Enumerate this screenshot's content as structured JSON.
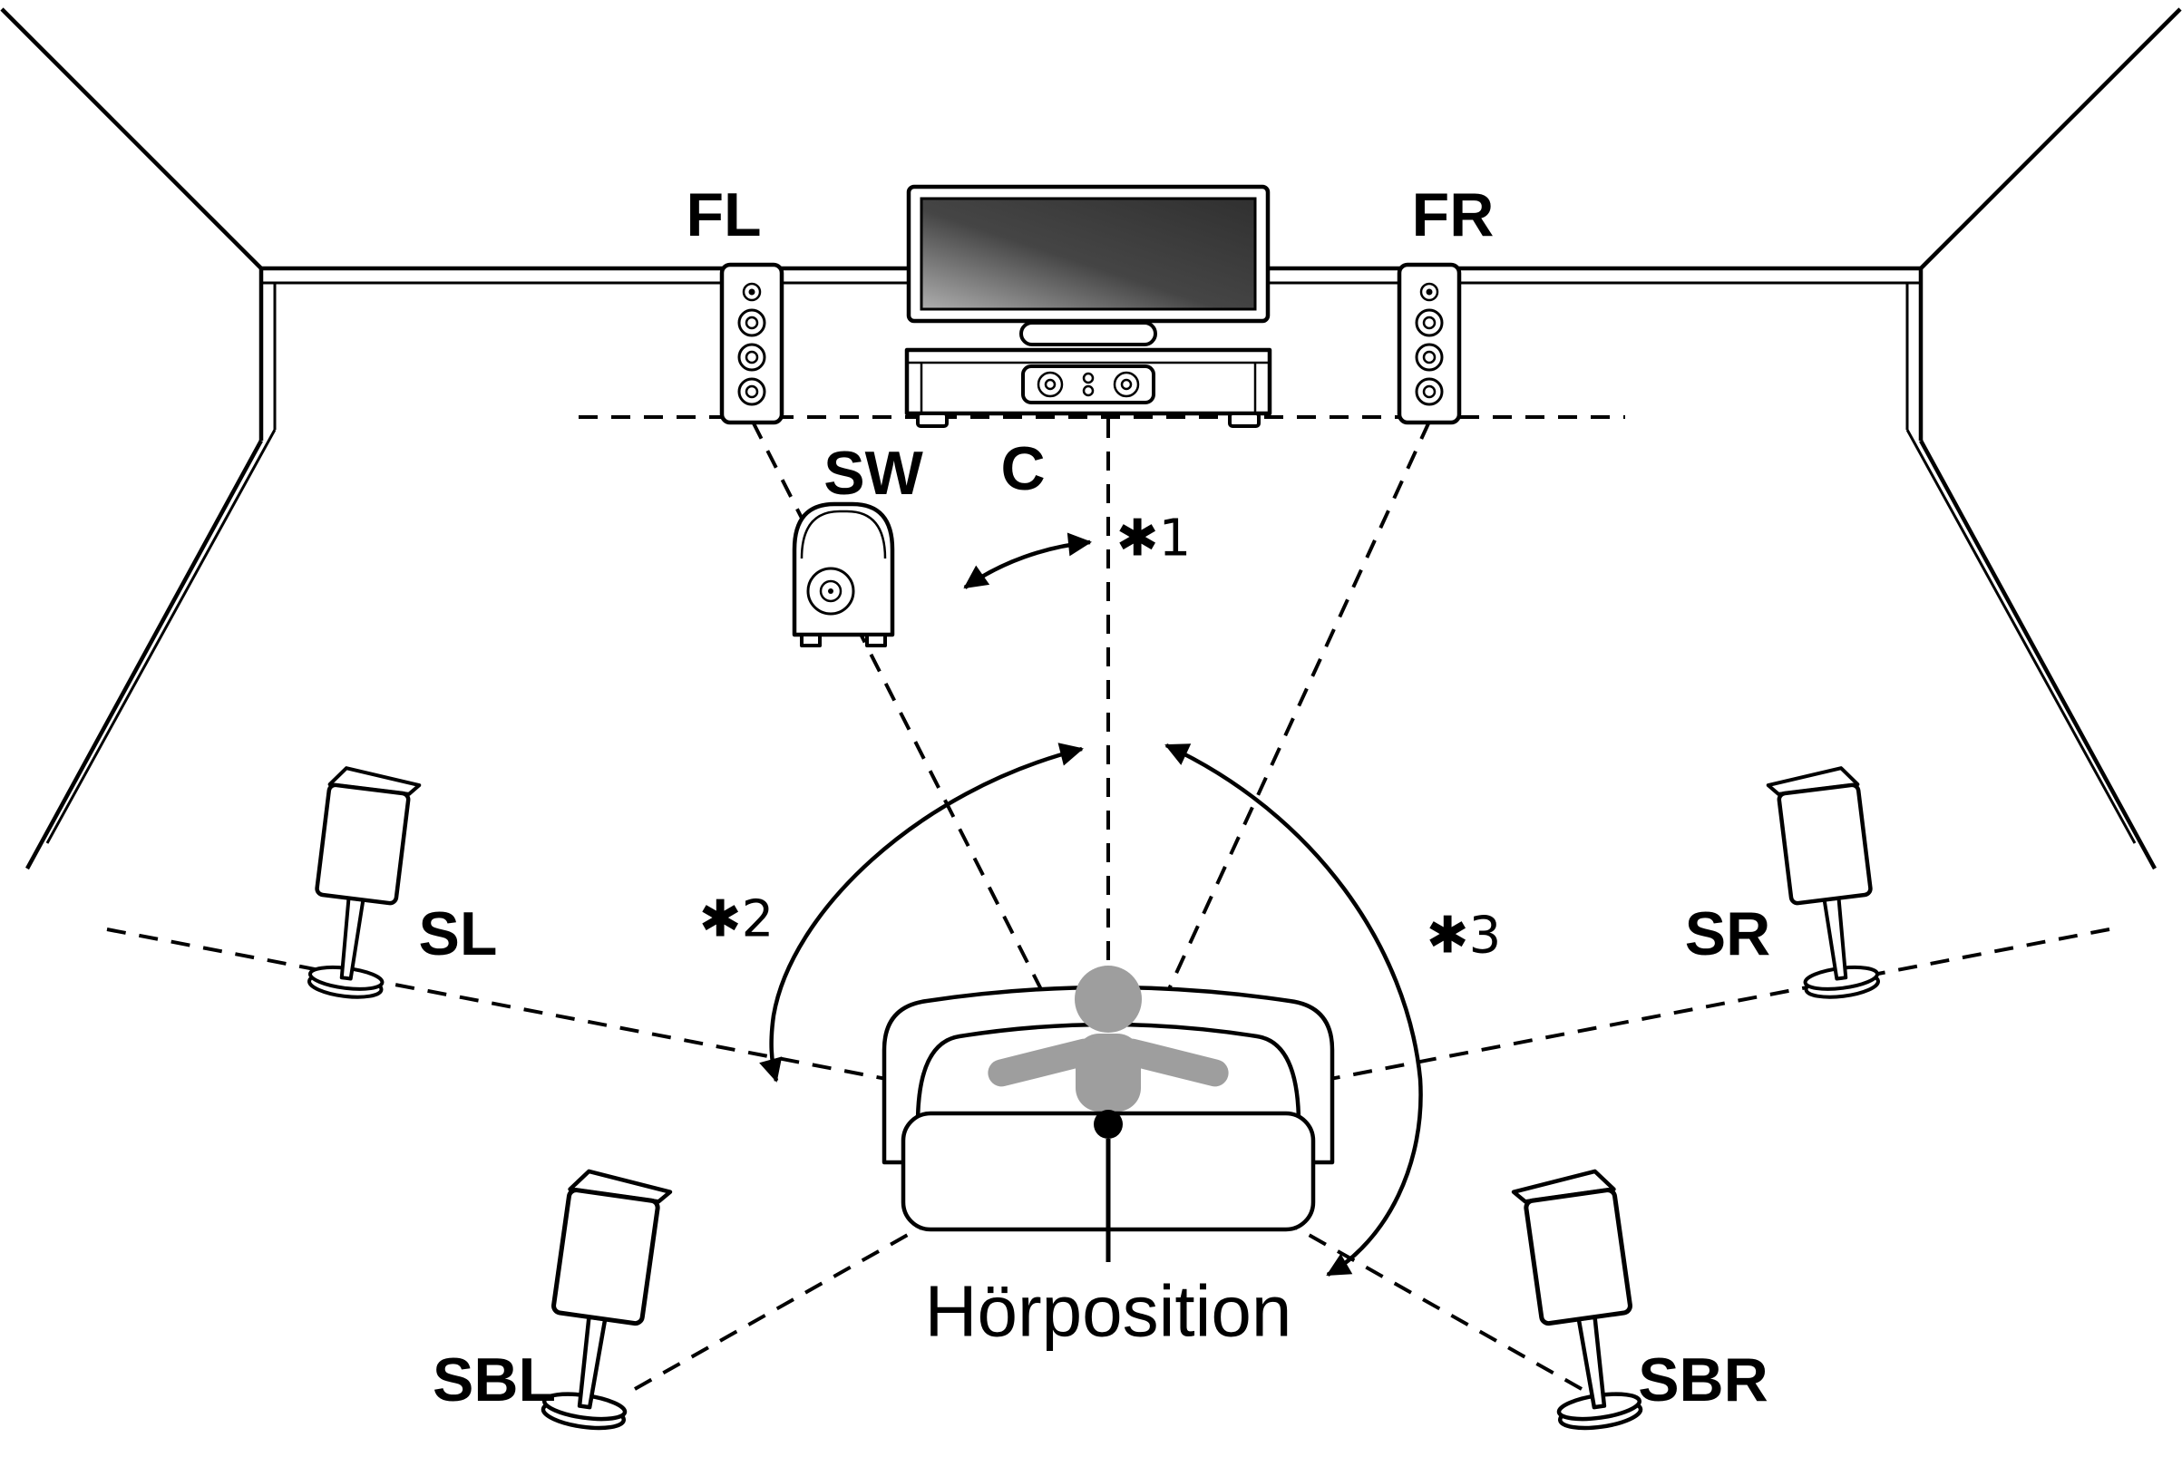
{
  "labels": {
    "fl": "FL",
    "fr": "FR",
    "c": "C",
    "sw": "SW",
    "sl": "SL",
    "sr": "SR",
    "sbl": "SBL",
    "sbr": "SBR",
    "listening_position": "Hörposition",
    "note1": "✱1",
    "note2": "✱2",
    "note3": "✱3"
  },
  "colors": {
    "line": "#000000",
    "person_fill": "#9e9e9e",
    "screen_dark": "#303030",
    "screen_mid": "#454545",
    "screen_light": "#aeaeae"
  }
}
